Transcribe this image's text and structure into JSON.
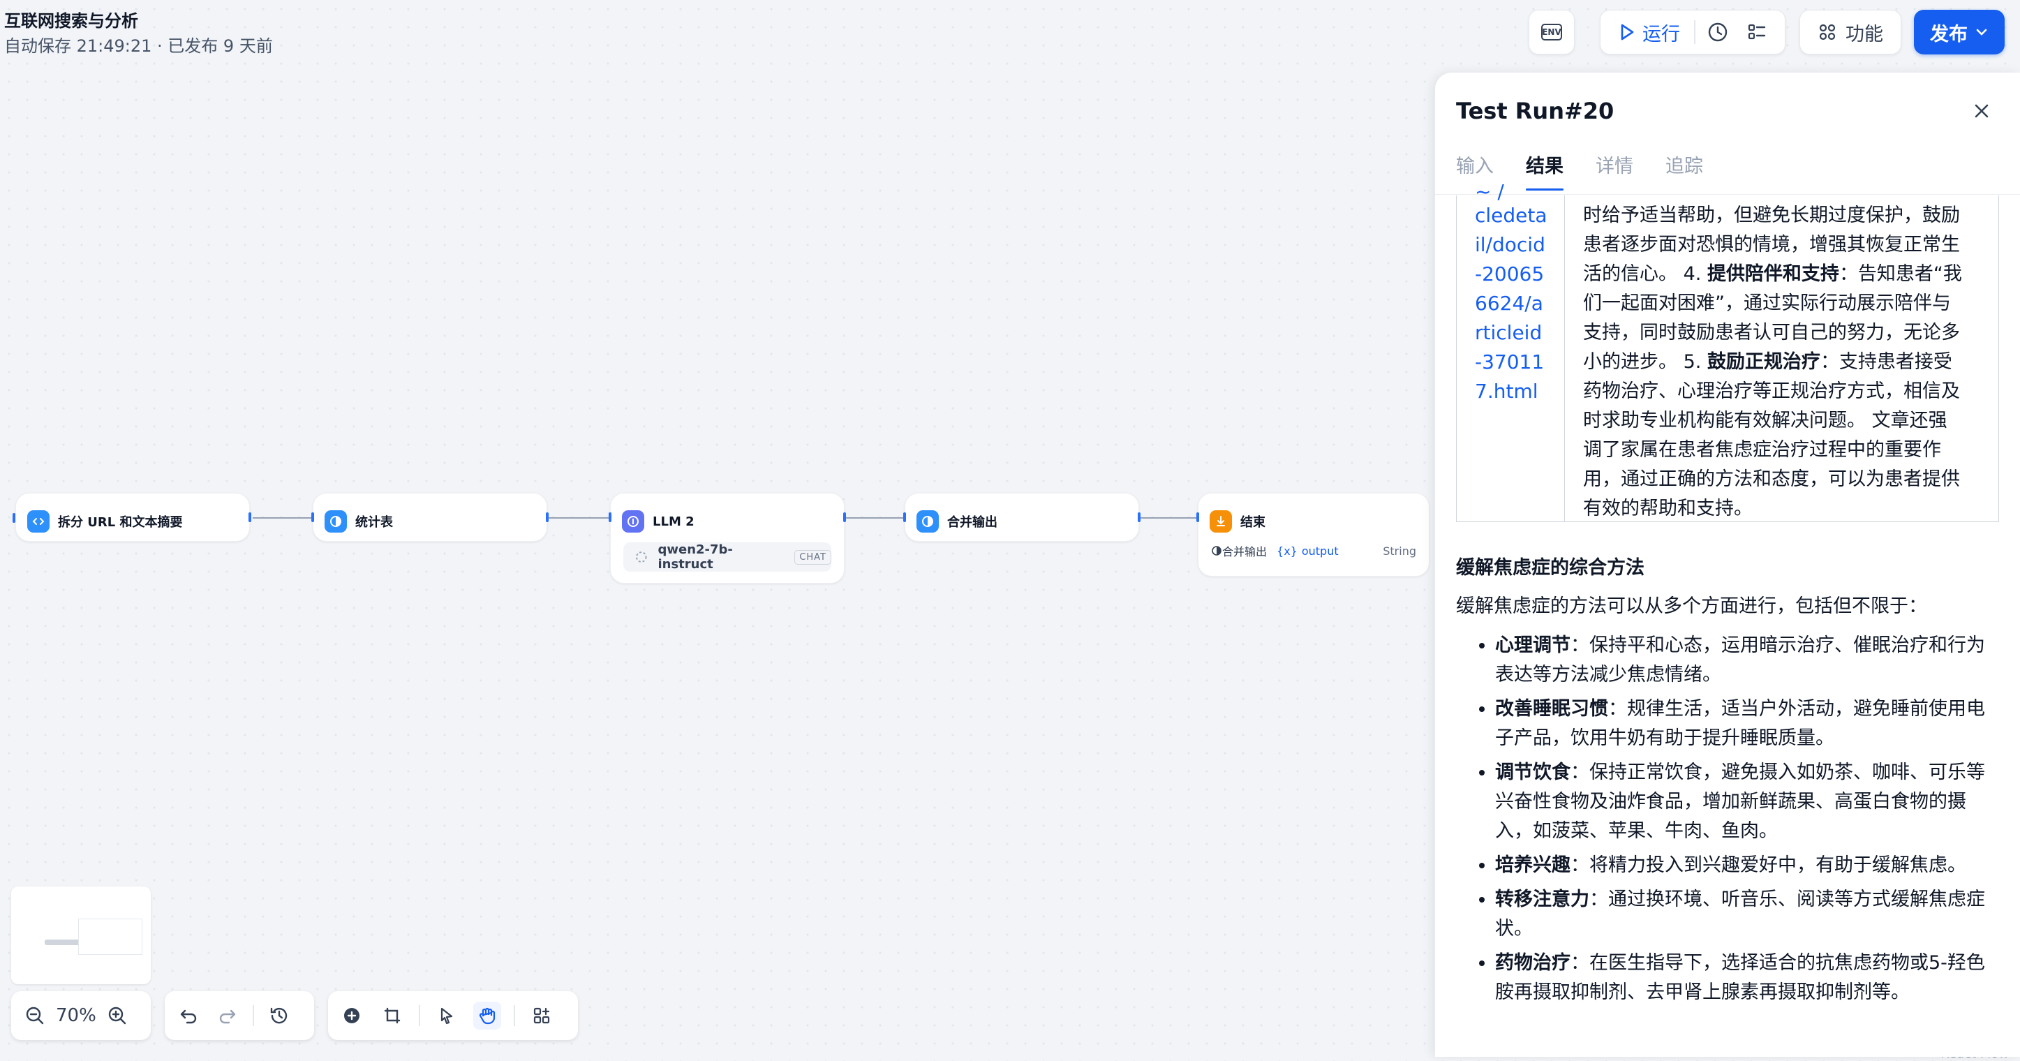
{
  "header": {
    "title": "互联网搜索与分析",
    "subtitle": "自动保存 21:49:21 · 已发布 9 天前",
    "env_label": "ENV",
    "run_label": "运行",
    "features_label": "功能",
    "publish_label": "发布"
  },
  "nodes": [
    {
      "label": "拆分 URL 和文本摘要",
      "icon": "code-icon",
      "color": "#2e90fa"
    },
    {
      "label": "统计表",
      "icon": "template-icon",
      "color": "#2e90fa"
    },
    {
      "label": "LLM 2",
      "icon": "llm-icon",
      "color": "#6172f3",
      "model": "qwen2-7b-instruct",
      "mode": "CHAT"
    },
    {
      "label": "合并输出",
      "icon": "template-icon",
      "color": "#2e90fa"
    },
    {
      "label": "结束",
      "icon": "end-icon",
      "color": "#f79009",
      "var_source": "合并输出",
      "var_name": "output",
      "var_type": "String",
      "var_prefix": "{x}"
    }
  ],
  "zoom": "70%",
  "panel": {
    "title": "Test Run#20",
    "tabs": [
      "输入",
      "结果",
      "详情",
      "追踪"
    ],
    "active_tab": "结果",
    "url_text": "cledetail/docid-200656624/articleid-370117.html",
    "url_lines": [
      "cledeta",
      "il/docid",
      "-20065",
      "6624/a",
      "rticleid",
      "-37011",
      "7.html"
    ],
    "desc_lines": [
      {
        "pre": "时给予适当帮助，但避免长期过度保护，鼓励",
        "b": "",
        "post": ""
      },
      {
        "pre": "患者逐步面对恐惧的情境，增强其恢复正常生",
        "b": "",
        "post": ""
      },
      {
        "pre": "活的信心。 4. ",
        "b": "提供陪伴和支持",
        "post": "：告知患者“我"
      },
      {
        "pre": "们一起面对困难”，通过实际行动展示陪伴与",
        "b": "",
        "post": ""
      },
      {
        "pre": "支持，同时鼓励患者认可自己的努力，无论多",
        "b": "",
        "post": ""
      },
      {
        "pre": "小的进步。 5. ",
        "b": "鼓励正规治疗",
        "post": "：支持患者接受"
      },
      {
        "pre": "药物治疗、心理治疗等正规治疗方式，相信及",
        "b": "",
        "post": ""
      },
      {
        "pre": "时求助专业机构能有效解决问题。 文章还强",
        "b": "",
        "post": ""
      },
      {
        "pre": "调了家属在患者焦虑症治疗过程中的重要作",
        "b": "",
        "post": ""
      },
      {
        "pre": "用，通过正确的方法和态度，可以为患者提供",
        "b": "",
        "post": ""
      },
      {
        "pre": "有效的帮助和支持。",
        "b": "",
        "post": ""
      }
    ],
    "section_heading": "缓解焦虑症的综合方法",
    "section_intro": "缓解焦虑症的方法可以从多个方面进行，包括但不限于：",
    "bullets": [
      {
        "term": "心理调节",
        "text": "：保持平和心态，运用暗示治疗、催眠治疗和行为表达等方法减少焦虑情绪。"
      },
      {
        "term": "改善睡眠习惯",
        "text": "：规律生活，适当户外活动，避免睡前使用电子产品，饮用牛奶有助于提升睡眠质量。"
      },
      {
        "term": "调节饮食",
        "text": "：保持正常饮食，避免摄入如奶茶、咖啡、可乐等兴奋性食物及油炸食品，增加新鲜蔬果、高蛋白食物的摄入，如菠菜、苹果、牛肉、鱼肉。"
      },
      {
        "term": "培养兴趣",
        "text": "：将精力投入到兴趣爱好中，有助于缓解焦虑。"
      },
      {
        "term": "转移注意力",
        "text": "：通过换环境、听音乐、阅读等方式缓解焦虑症状。"
      },
      {
        "term": "药物治疗",
        "text": "：在医生指导下，选择适合的抗焦虑药物或5-羟色胺再摄取抑制剂、去甲肾上腺素再摄取抑制剂等。"
      }
    ]
  },
  "corner_text": "React Flow"
}
